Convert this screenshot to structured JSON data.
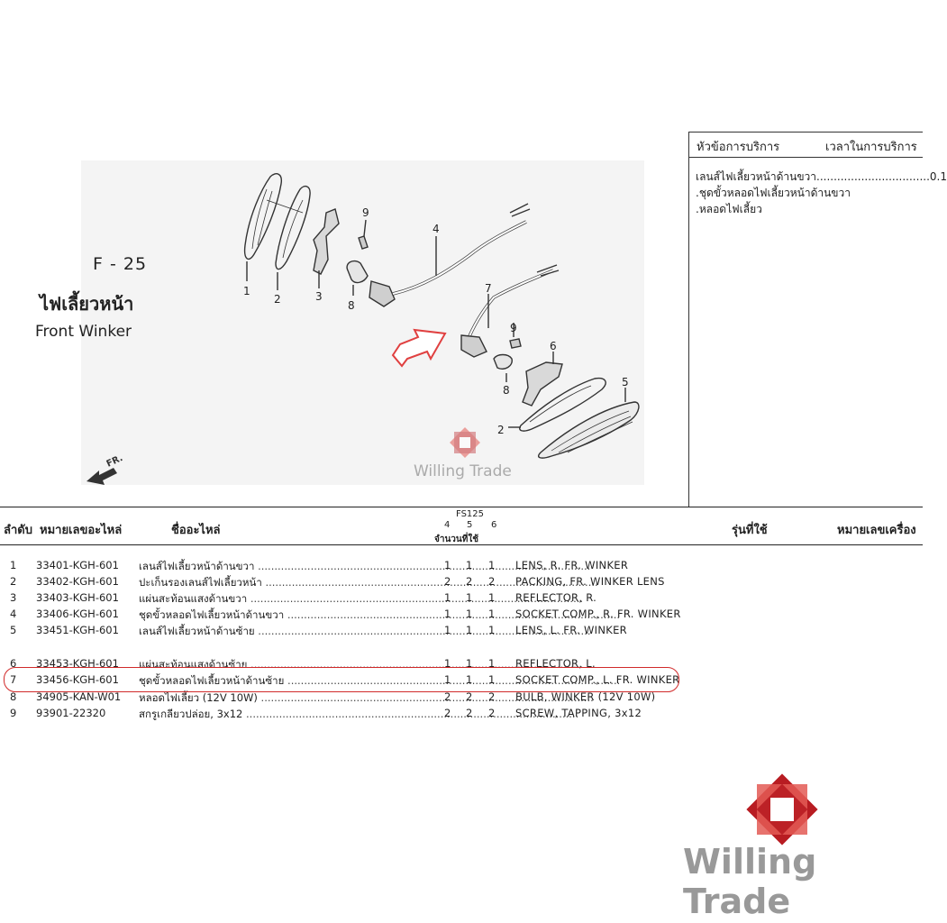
{
  "figure": {
    "code": "F - 25",
    "title_th": "ไฟเลี้ยวหน้า",
    "title_en": "Front Winker",
    "fr_label": "FR.",
    "callouts": [
      "1",
      "2",
      "3",
      "9",
      "8",
      "4",
      "7",
      "9",
      "6",
      "8",
      "5",
      "2"
    ]
  },
  "service": {
    "header_subject": "หัวข้อการบริการ",
    "header_time": "เวลาในการบริการ",
    "rows": [
      "เลนส์ไฟเลี้ยวหน้าด้านขวา.................................0.1",
      ".ชุดขั้วหลอดไฟเลี้ยวหน้าด้านขวา",
      ".หลอดไฟเลี้ยว"
    ]
  },
  "table": {
    "col_no": "ลำดับ",
    "col_part_no": "หมายเลขอะไหล่",
    "col_name": "ชื่ออะไหล่",
    "model": "FS125",
    "variants": [
      "4",
      "5",
      "6"
    ],
    "qty_label": "จำนวนที่ใช้",
    "col_model_used": "รุ่นที่ใช้",
    "col_engine_no": "หมายเลขเครื่อง",
    "rows": [
      {
        "no": "1",
        "part_no": "33401-KGH-601",
        "name_th": "เลนส์ไฟเลี้ยวหน้าด้านขวา",
        "q4": "1",
        "q5": "1",
        "q6": "1",
        "name_en": "LENS, R. FR. WINKER"
      },
      {
        "no": "2",
        "part_no": "33402-KGH-601",
        "name_th": "ปะเก็นรองเลนส์ไฟเลี้ยวหน้า",
        "q4": "2",
        "q5": "2",
        "q6": "2",
        "name_en": "PACKING, FR. WINKER LENS"
      },
      {
        "no": "3",
        "part_no": "33403-KGH-601",
        "name_th": "แผ่นสะท้อนแสงด้านขวา",
        "q4": "1",
        "q5": "1",
        "q6": "1",
        "name_en": "REFLECTOR, R."
      },
      {
        "no": "4",
        "part_no": "33406-KGH-601",
        "name_th": "ชุดขั้วหลอดไฟเลี้ยวหน้าด้านขวา",
        "q4": "1",
        "q5": "1",
        "q6": "1",
        "name_en": "SOCKET COMP., R. FR. WINKER"
      },
      {
        "no": "5",
        "part_no": "33451-KGH-601",
        "name_th": "เลนส์ไฟเลี้ยวหน้าด้านซ้าย",
        "q4": "1",
        "q5": "1",
        "q6": "1",
        "name_en": "LENS, L. FR. WINKER"
      },
      {
        "no": "6",
        "part_no": "33453-KGH-601",
        "name_th": "แผ่นสะท้อนแสงด้านซ้าย",
        "q4": "1",
        "q5": "1",
        "q6": "1",
        "name_en": "REFLECTOR, L."
      },
      {
        "no": "7",
        "part_no": "33456-KGH-601",
        "name_th": "ชุดขั้วหลอดไฟเลี้ยวหน้าด้านซ้าย",
        "q4": "1",
        "q5": "1",
        "q6": "1",
        "name_en": "SOCKET COMP., L. FR. WINKER"
      },
      {
        "no": "8",
        "part_no": "34905-KAN-W01",
        "name_th": "หลอดไฟเลี้ยว (12V 10W)",
        "q4": "2",
        "q5": "2",
        "q6": "2",
        "name_en": "BULB, WINKER (12V 10W)"
      },
      {
        "no": "9",
        "part_no": "93901-22320",
        "name_th": "สกรูเกลียวปล่อย, 3x12",
        "q4": "2",
        "q5": "2",
        "q6": "2",
        "name_en": "SCREW, TAPPING, 3x12"
      }
    ]
  },
  "watermark": {
    "brand": "Willing Trade"
  },
  "colors": {
    "highlight": "#d12a2a",
    "arrow": "#e04040",
    "logo_dark": "#b81c22",
    "logo_light": "#e35a55"
  }
}
